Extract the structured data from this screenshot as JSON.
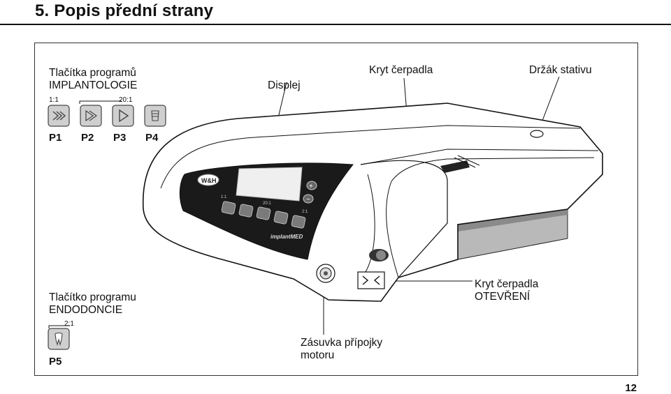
{
  "header": {
    "title": "5. Popis přední strany"
  },
  "labels": {
    "implant_buttons_line1": "Tlačítka programů",
    "implant_buttons_line2": "IMPLANTOLOGIE",
    "display": "Displej",
    "pump_cover": "Kryt čerpadla",
    "stand_holder": "Držák stativu",
    "endo_button_line1": "Tlačítko programu",
    "endo_button_line2": "ENDODONCIE",
    "motor_socket_line1": "Zásuvka přípojky",
    "motor_socket_line2": "motoru",
    "pump_open_line1": "Kryt čerpadla",
    "pump_open_line2": "OTEVŘENÍ"
  },
  "programs": {
    "ratio_left": "1:1",
    "ratio_right": "20:1",
    "p1": "P1",
    "p2": "P2",
    "p3": "P3",
    "p4": "P4",
    "endo_ratio": "2:1",
    "p5": "P5"
  },
  "device": {
    "logo": "W&H",
    "brand": "implantMED",
    "panel_ratio_1": "1:1",
    "panel_ratio_2": "20:1",
    "panel_ratio_3": "2:1"
  },
  "footer": {
    "page_number": "12"
  },
  "icons": [
    "fast-forward-icon",
    "play-double-icon",
    "play-icon",
    "cup-icon",
    "tooth-icon",
    "plus-icon",
    "minus-icon",
    "open-arrows-icon"
  ]
}
